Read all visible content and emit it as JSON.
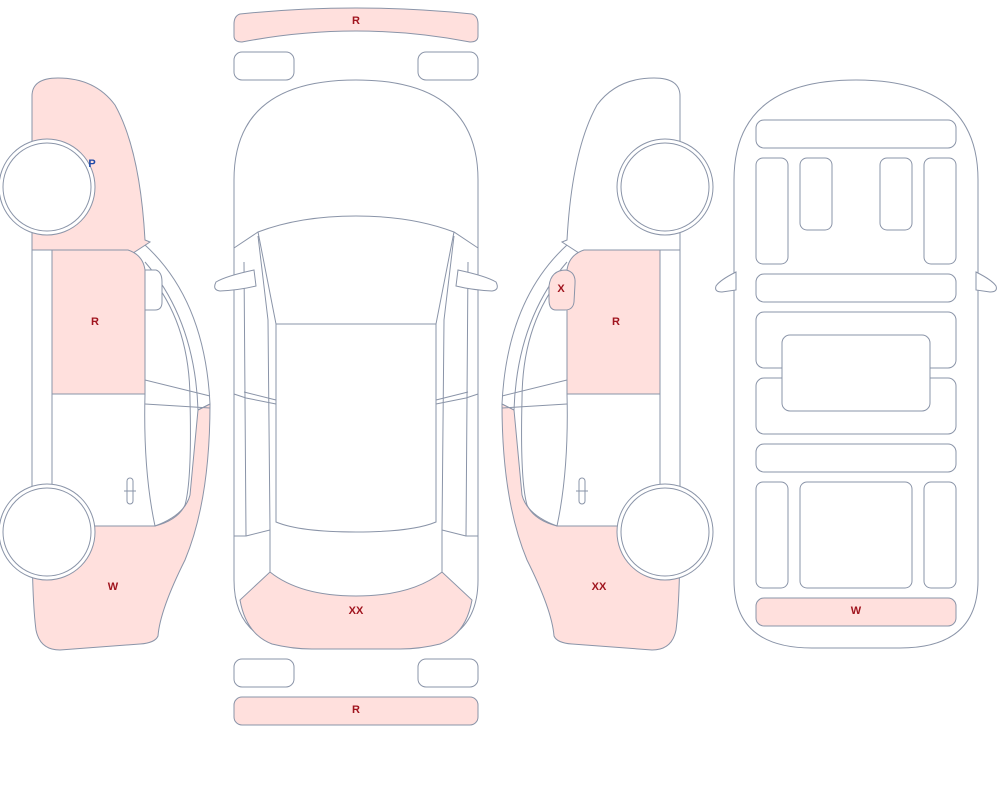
{
  "colors": {
    "outline": "#8a94a8",
    "damaged_fill": "#ffe0dd",
    "label_red": "#a0141e",
    "label_blue": "#1f4aa8"
  },
  "labels": {
    "left_front_fender": "P",
    "left_front_door": "R",
    "left_rear_quarter": "W",
    "front_bumper": "R",
    "rear_window_panel": "XX",
    "rear_bumper": "R",
    "right_mirror": "X",
    "right_front_door": "R",
    "right_rear_quarter": "XX",
    "underbody_rear_sill": "W"
  }
}
